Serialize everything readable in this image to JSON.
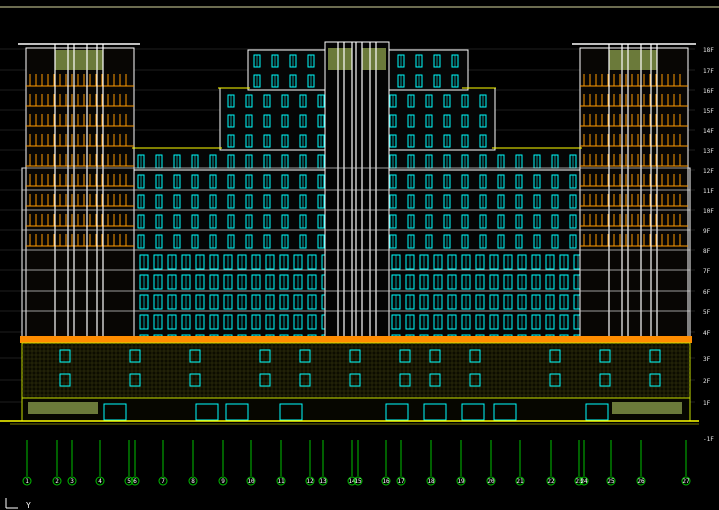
{
  "drawing": {
    "type": "cad-building-elevation",
    "background": "#000000",
    "colors": {
      "facade_lines": "#ffffff",
      "windows_upper": "#00ffff",
      "windows_lower": "#00ffff",
      "balcony_orange": "#ff9900",
      "podium_band": "#ff8c00",
      "ground_green": "#c8e000",
      "grid_axis": "#00c000",
      "tower_fill": "#6b7a3a",
      "roof_yellow": "#ffff00",
      "magenta": "#ff00ff"
    },
    "floor_labels": [
      "18F",
      "17F",
      "16F",
      "15F",
      "14F",
      "13F",
      "12F",
      "11F",
      "10F",
      "9F",
      "8F",
      "7F",
      "6F",
      "5F",
      "4F",
      "3F",
      "2F",
      "1F"
    ],
    "ground_label": "-1F",
    "axis_labels": [
      "1",
      "2",
      "3",
      "4",
      "5",
      "6",
      "7",
      "8",
      "9",
      "10",
      "11",
      "12",
      "13",
      "14",
      "15",
      "16",
      "17",
      "18",
      "19",
      "20",
      "21",
      "22",
      "23",
      "24",
      "25",
      "26",
      "27"
    ],
    "ucs_label": "Y"
  }
}
